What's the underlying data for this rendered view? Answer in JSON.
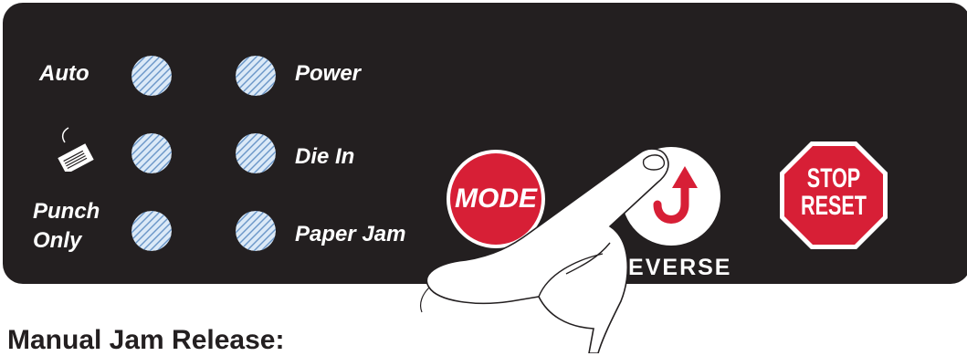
{
  "panel": {
    "labels": {
      "auto": "Auto",
      "power": "Power",
      "die_in": "Die In",
      "punch_only_line1": "Punch",
      "punch_only_line2": "Only",
      "paper_jam": "Paper Jam"
    },
    "indicator_icons": {
      "paper_sheet": "paper-sheet-icon"
    },
    "buttons": {
      "mode": "MODE",
      "reverse": "REVERSE",
      "stop_line1": "STOP",
      "stop_line2": "RESET"
    }
  },
  "caption": "Manual Jam Release:",
  "colors": {
    "panel_bg": "#231f20",
    "led_fill": "#dbe9f7",
    "led_hatch": "#6a96c8",
    "mode_red": "#d71f36",
    "stop_red": "#d71f36",
    "reverse_arrow": "#d71f36"
  }
}
